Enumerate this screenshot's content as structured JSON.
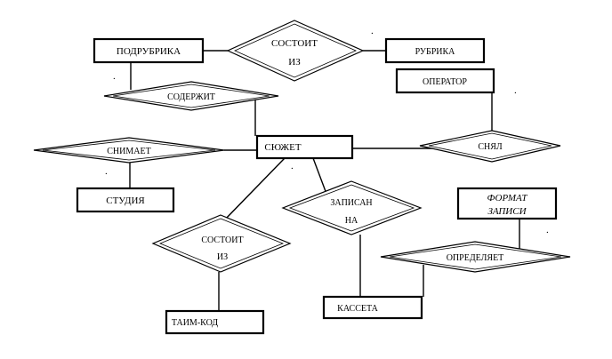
{
  "entities": {
    "podrubrika": "ПОДРУБРИКА",
    "rubrika": "РУБРИКА",
    "operator": "ОПЕРАТОР",
    "syuzhet": "СЮЖЕТ",
    "studiya": "СТУДИЯ",
    "format_line1": "ФОРМАТ",
    "format_line2": "ЗАПИСИ",
    "kasseta": "КАССЕТА",
    "taim_kod": "ТАИМ-КОД"
  },
  "relationships": {
    "sostoit_top_line1": "СОСТОИТ",
    "sostoit_top_line2": "ИЗ",
    "soderzhit": "СОДЕРЖИТ",
    "snimaet": "СНИМАЕТ",
    "snyal": "СНЯЛ",
    "zapisan_line1": "ЗАПИСАН",
    "zapisan_line2": "НА",
    "sostoit_bottom_line1": "СОСТОИТ",
    "sostoit_bottom_line2": "ИЗ",
    "opredelyaet": "ОПРЕДЕЛЯЕТ"
  },
  "marks": {
    "dot": "."
  }
}
